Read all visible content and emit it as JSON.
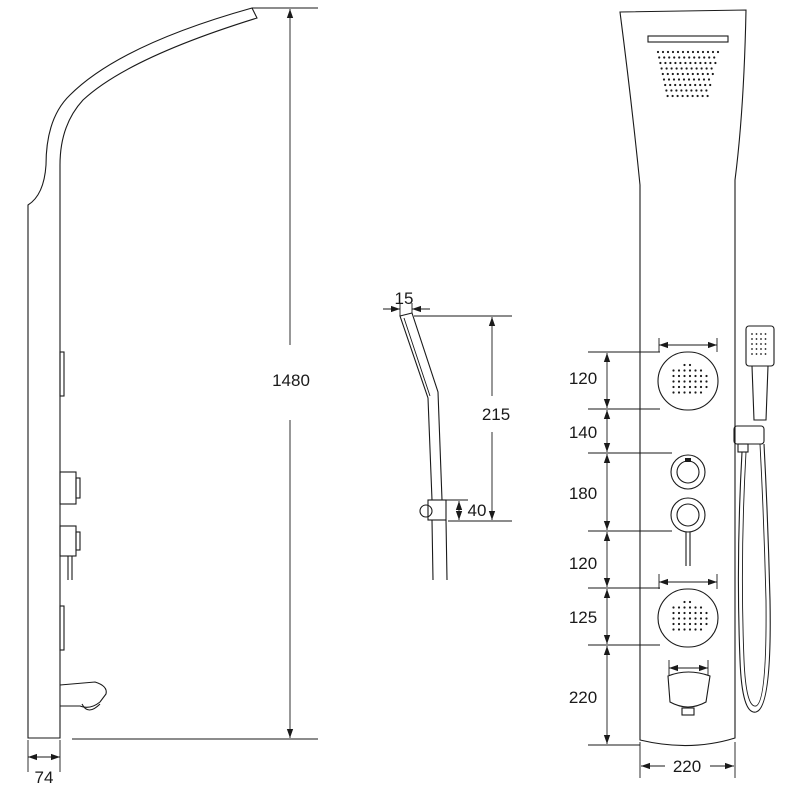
{
  "colors": {
    "line": "#1a1a1a",
    "background": "#ffffff"
  },
  "side_view": {
    "height_label": "1480",
    "depth_label": "74"
  },
  "hand_shower": {
    "width_label": "15",
    "height_label": "215",
    "holder_label": "40"
  },
  "front_view": {
    "spacing_labels": [
      "120",
      "140",
      "180",
      "120",
      "125",
      "220"
    ],
    "width_label": "220"
  }
}
